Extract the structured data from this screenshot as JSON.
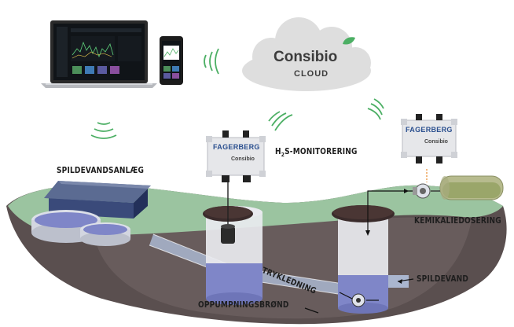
{
  "cloud": {
    "brand": "Consibio",
    "subtitle": "CLOUD"
  },
  "labels": {
    "wastewater_plant": "SPILDEVANDSANLÆG",
    "h2s_monitoring_h": "H",
    "h2s_monitoring_sub": "2",
    "h2s_monitoring_rest": "S-MONITORERING",
    "chemical_dosing": "KEMIKALIEDOSERING",
    "pumping_well": "OPPUMPNINGSBRØND",
    "pressure_line": "TRYKLEDNING",
    "wastewater": "SPILDEVAND"
  },
  "devices": {
    "sensor_box_1": {
      "brand": "FAGERBERG",
      "partner": "Consibio"
    },
    "sensor_box_2": {
      "brand": "FAGERBERG",
      "partner": "Consibio"
    }
  },
  "colors": {
    "ground": "#5a4f4f",
    "grass": "#9bc4a0",
    "water": "#7f86c8",
    "cloud": "#dedede",
    "wifi": "#4caf64",
    "brand_blue": "#2a4f8f",
    "tank_liquid": "#9aa66a"
  }
}
